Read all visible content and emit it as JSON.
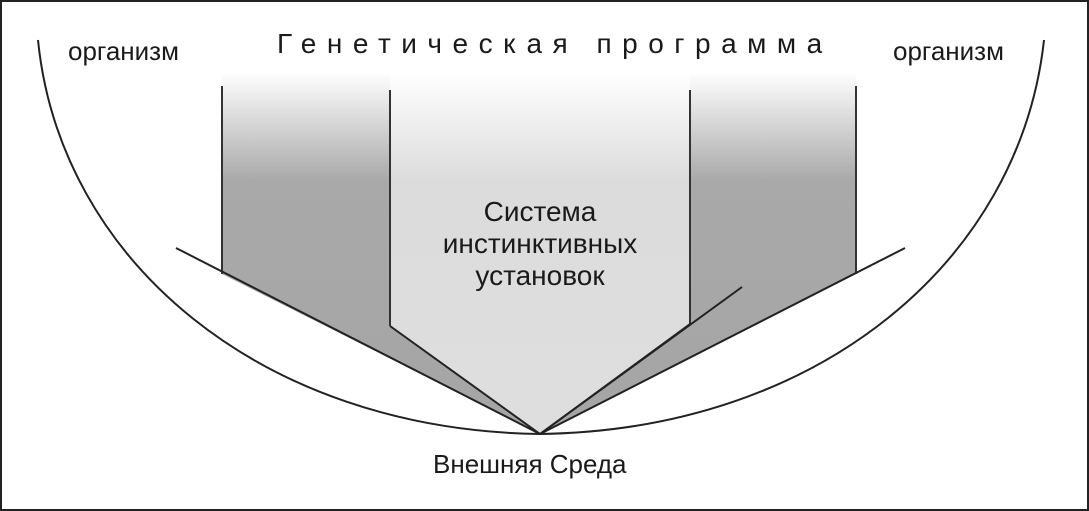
{
  "diagram": {
    "title": "Генетическая программа",
    "left_label": "организм",
    "right_label": "организм",
    "center_label_lines": [
      "Система",
      "инстинктивных",
      "установок"
    ],
    "bottom_label": "Внешняя Среда"
  },
  "colors": {
    "outline": "#222222",
    "side_bands": "#a7a7a7",
    "center_band": "#dedede",
    "background": "#ffffff"
  }
}
